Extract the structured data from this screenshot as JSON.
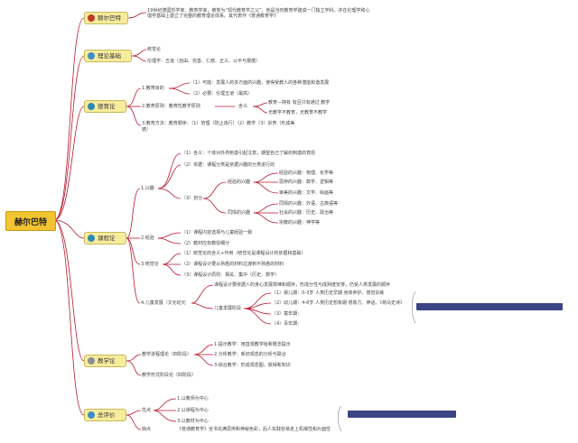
{
  "root": "赫尔巴特",
  "topics": {
    "t1": "赫尔巴特",
    "t2": "理论基础",
    "t3": "德育论",
    "t4": "课程论",
    "t5": "教学论",
    "t6": "总评价"
  },
  "text": {
    "intro": "19世纪德国哲学家、教育学家，被誉为“现代教育学之父”，他是当时教育学建成一门独立学科，并在伦理学和心理学基础上建立了完整的教育理论体系。其代表作《普通教育学》",
    "theory1": "统觉论",
    "theory2": "伦理学：五道（自由、完善、仁慈、正义、公平与报偿）",
    "moral1": "1.教育目的",
    "moral1a": "（1）可能：发展人的多方面的兴趣，使得受教人的各种潜能和谐发展",
    "moral1b": "（2）必要：伦理五道（最高）",
    "moral2": "2.教育原则：教育性教学原则",
    "moral2c": "含义",
    "moral2d": "教育—随有 有且只有通过 教学",
    "moral2e": "无教学不教育，无教育不教学",
    "moral3": "3.教育方法：教育顺序：（1）管理（防止违行）（2）教学（3）训育（形成美",
    "moral3b": "德）",
    "c1": "1.兴趣",
    "c1a": "（1）含义：个体对外界刺激引起注意，期望自己了解的刺激的意愿",
    "c1b": "（2）依据：课程分类是依据兴趣的分类进行的",
    "c1c": "（3）划分",
    "c1d": "经验的兴趣",
    "c1e": "同情的兴趣",
    "e1": "经验的兴趣：物理、化学等",
    "e2": "思辨的兴趣：数学、逻辑等",
    "e3": "审美的兴趣：文学、绘画等",
    "s1": "同情的兴趣：外语、古典语等",
    "s2": "社会的兴趣：历史、政治等",
    "s3": "宗教的兴趣：神学等",
    "c2": "2.经验",
    "c2a": "（1）课程内容选择与儿童经验一致",
    "c2b": "（2）教材应有教授细分",
    "c3": "3.统觉论",
    "c3a": "（1）统觉论的含义+作用（统觉论是课程设计的依据和基础）",
    "c3b": "（2）课程设计要从熟悉的材料过渡到不熟悉的材料",
    "c3c": "（3）课程设计原则：相关、集中（历史、数学）",
    "c4": "4.儿童发展（文化纪元",
    "c4a": "课程设计要依据人的身心发展规律和顺序，形成分性与成熟度安排，仍受人类发展的顺序",
    "c4b": "儿童发展阶段",
    "k1": "（1）婴儿期：0-3岁 人类历史早期 身体养护、感觉训练",
    "k2": "（2）幼儿期：4-8岁 人类历史想象期 想象力、神话、《荷马史诗》",
    "k3": "（3）童年期：",
    "k4": "（4）青年期：",
    "j1": "教学进程理论（四阶段）",
    "j1a": "1.提示教学：用直观教学给新概念提示",
    "j1b": "2.分析教学：新旧观念的分析与联合",
    "j1c": "3.综合教学：形成观念图，获得新知识",
    "j2": "教学形式阶段论（四阶段）",
    "p1": "优点",
    "p1a": "1.以教师为中心",
    "p1b": "2.以课程为中心",
    "p1c": "3.以教材为中心",
    "p2": "缺点",
    "p2a": "《普通教育学》全书充满思辨和神秘色彩，后人实践容易走上机械性和片面性"
  },
  "colors": {
    "line": "#b8192e",
    "dot": [
      "#c0392b",
      "#3c8fc4",
      "#2e8bb0",
      "#2e8bb0",
      "#8a8f96",
      "#3c8fc4"
    ],
    "bar": "#3b4585"
  }
}
